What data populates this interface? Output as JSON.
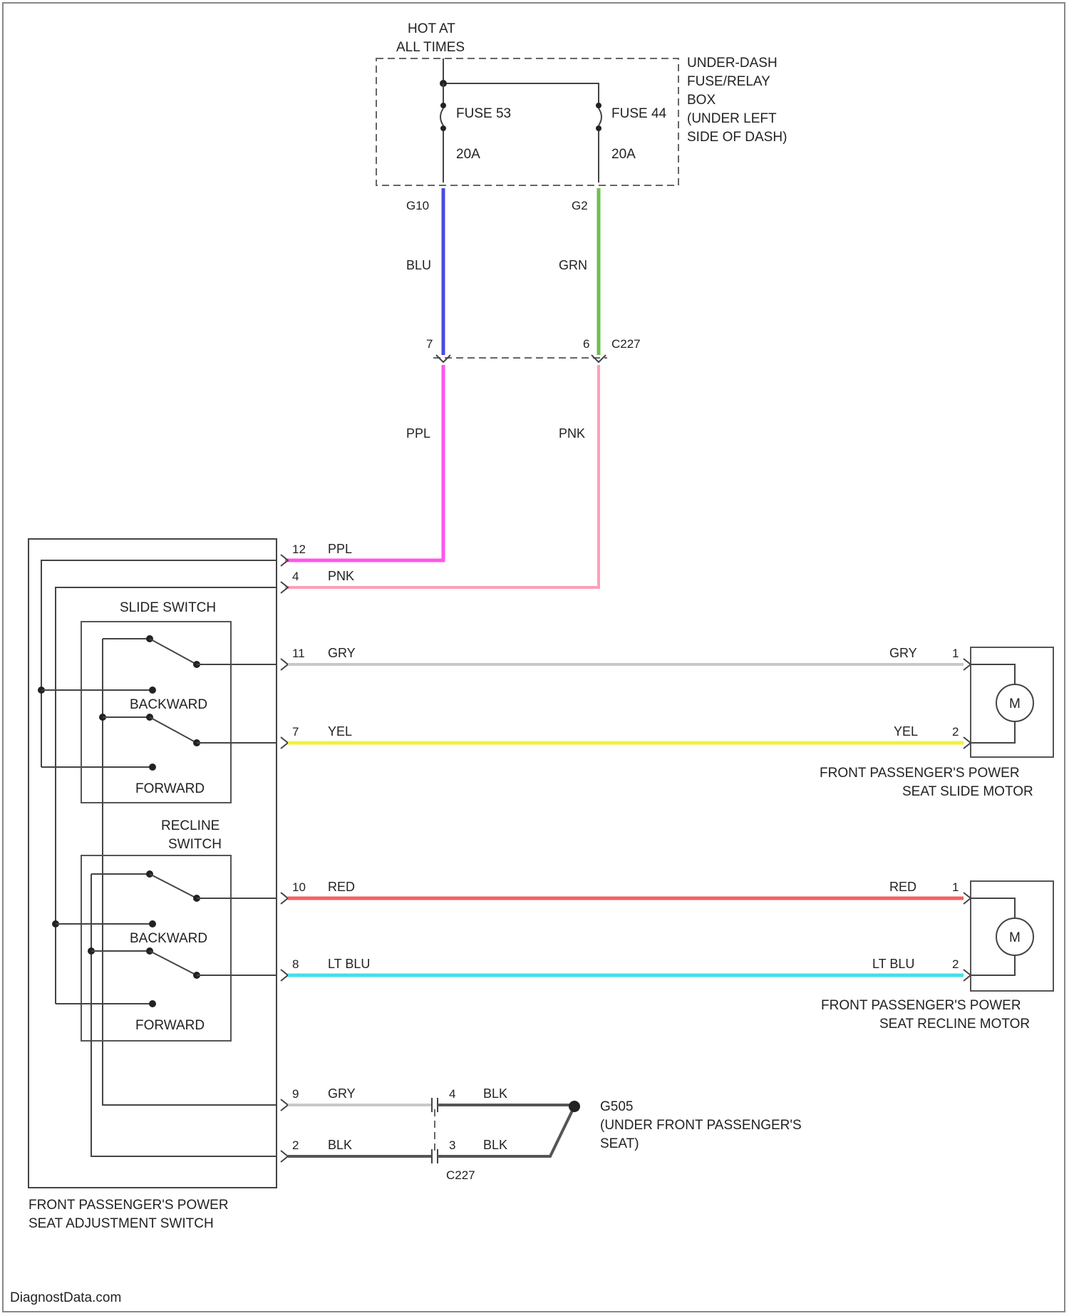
{
  "power": {
    "hot_at": "HOT AT",
    "all_times": "ALL TIMES",
    "fusebox": [
      "UNDER-DASH",
      "FUSE/RELAY",
      "BOX",
      "(UNDER LEFT",
      "SIDE OF DASH)"
    ],
    "fuse_left": {
      "name": "FUSE 53",
      "amps": "20A",
      "terminal": "G10"
    },
    "fuse_right": {
      "name": "FUSE 44",
      "amps": "20A",
      "terminal": "G2"
    }
  },
  "wires": {
    "blu": {
      "label": "BLU",
      "color": "#4a4ae0"
    },
    "grn": {
      "label": "GRN",
      "color": "#6fbf50"
    },
    "ppl": {
      "label": "PPL",
      "color": "#ff55ee"
    },
    "pnk": {
      "label": "PNK",
      "color": "#ff9fb8"
    },
    "gry": {
      "label": "GRY",
      "color": "#c8c8c8"
    },
    "yel": {
      "label": "YEL",
      "color": "#f5f03a"
    },
    "red": {
      "label": "RED",
      "color": "#f26060"
    },
    "ltblu": {
      "label": "LT BLU",
      "color": "#40e0ec"
    },
    "blk": {
      "label": "BLK",
      "color": "#555555"
    }
  },
  "connector_c227": {
    "name": "C227",
    "pin_left": "7",
    "pin_right": "6",
    "pin_gnd_top": "4",
    "pin_gnd_bot": "3"
  },
  "switch": {
    "pins": {
      "ppl": "12",
      "pnk": "4",
      "gry": "11",
      "yel": "7",
      "red": "10",
      "ltblu": "8",
      "gnd_gry": "9",
      "gnd_blk": "2"
    },
    "slide_title": "SLIDE SWITCH",
    "recline_title": [
      "RECLINE",
      "SWITCH"
    ],
    "backward": "BACKWARD",
    "forward": "FORWARD",
    "name": [
      "FRONT PASSENGER'S POWER",
      "SEAT ADJUSTMENT SWITCH"
    ]
  },
  "slide_motor": {
    "pin1": "1",
    "pin2": "2",
    "symbol": "M",
    "name": [
      "FRONT PASSENGER'S POWER",
      "SEAT SLIDE MOTOR"
    ]
  },
  "recline_motor": {
    "pin1": "1",
    "pin2": "2",
    "symbol": "M",
    "name": [
      "FRONT PASSENGER'S POWER",
      "SEAT RECLINE MOTOR"
    ]
  },
  "ground": {
    "name": "G505",
    "location": [
      "(UNDER FRONT PASSENGER'S",
      "SEAT)"
    ]
  },
  "footer": "DiagnostData.com"
}
